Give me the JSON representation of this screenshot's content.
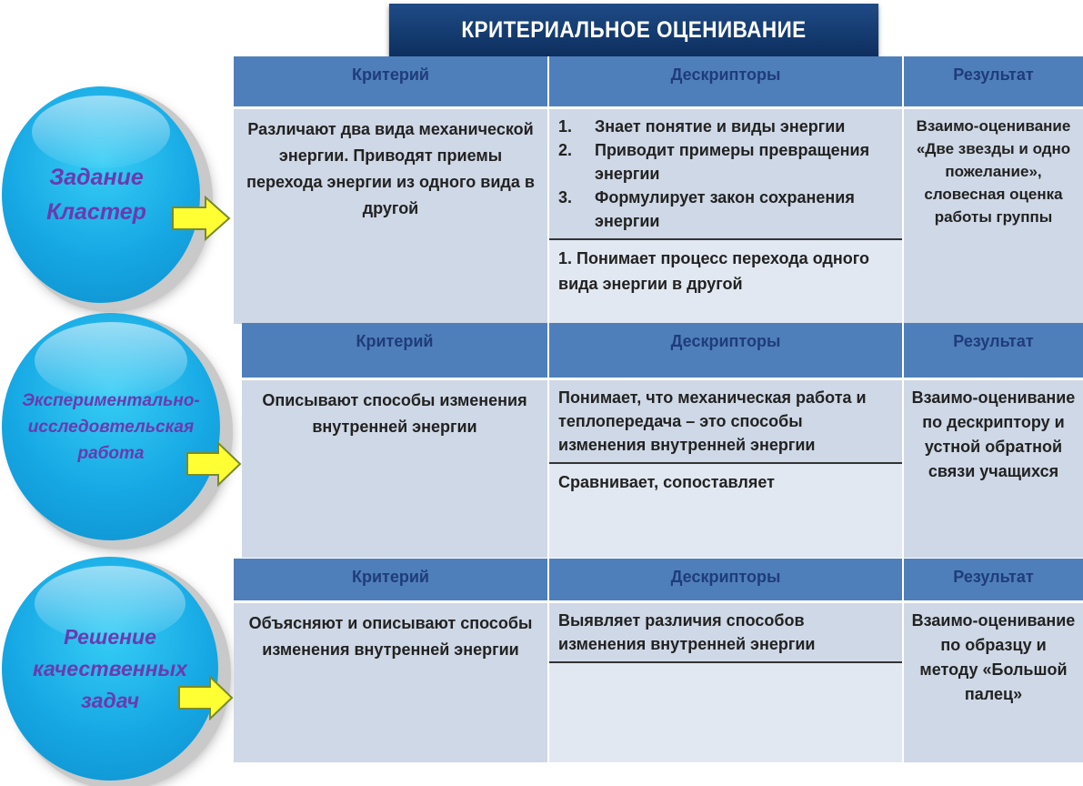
{
  "title": "КРИТЕРИАЛЬНОЕ ОЦЕНИВАНИЕ",
  "colors": {
    "banner": "#13396c",
    "header": "#4f7fba",
    "cell": "#cfd8e6",
    "circle": "#1aa9e4",
    "circle_text": "#6a3ab0",
    "arrow": "#ffff33"
  },
  "sections": [
    {
      "task": "Задание Кластер",
      "header": {
        "criterion": "Критерий",
        "descriptors": "Дескрипторы",
        "result": "Результат"
      },
      "criterion": "Различают два вида механической энергии. Приводят приемы перехода энергии из одного вида в другой",
      "descriptors": [
        {
          "num": "1.",
          "text": "Знает понятие и виды энергии"
        },
        {
          "num": "2.",
          "text": "Приводит примеры превращения энергии"
        },
        {
          "num": "3.",
          "text": "Формулирует закон сохранения энергии"
        }
      ],
      "descriptor_extra": "1. Понимает процесс  перехода одного вида энергии в другой",
      "result": "Взаимо-оценивание «Две звезды и одно пожелание», словесная оценка работы группы"
    },
    {
      "task": "Экспериментально-исследовтельская работа",
      "header": {
        "criterion": "Критерий",
        "descriptors": "Дескрипторы",
        "result": "Результат"
      },
      "criterion": "Описывают способы изменения внутренней энергии",
      "descriptor_text": "Понимает, что механическая работа и теплопередача – это способы изменения внутренней энергии",
      "descriptor_extra": "Сравнивает, сопоставляет",
      "result": "Взаимо-оценивание по дескриптору и устной обратной связи учащихся"
    },
    {
      "task": "Решение качественных задач",
      "header": {
        "criterion": "Критерий",
        "descriptors": "Дескрипторы",
        "result": "Результат"
      },
      "criterion": "Объясняют и описывают способы изменения внутренней энергии",
      "descriptor_text": "Выявляет различия способов изменения внутренней энергии",
      "descriptor_extra": "",
      "result": "Взаимо-оценивание по образцу  и методу «Большой палец»"
    }
  ]
}
